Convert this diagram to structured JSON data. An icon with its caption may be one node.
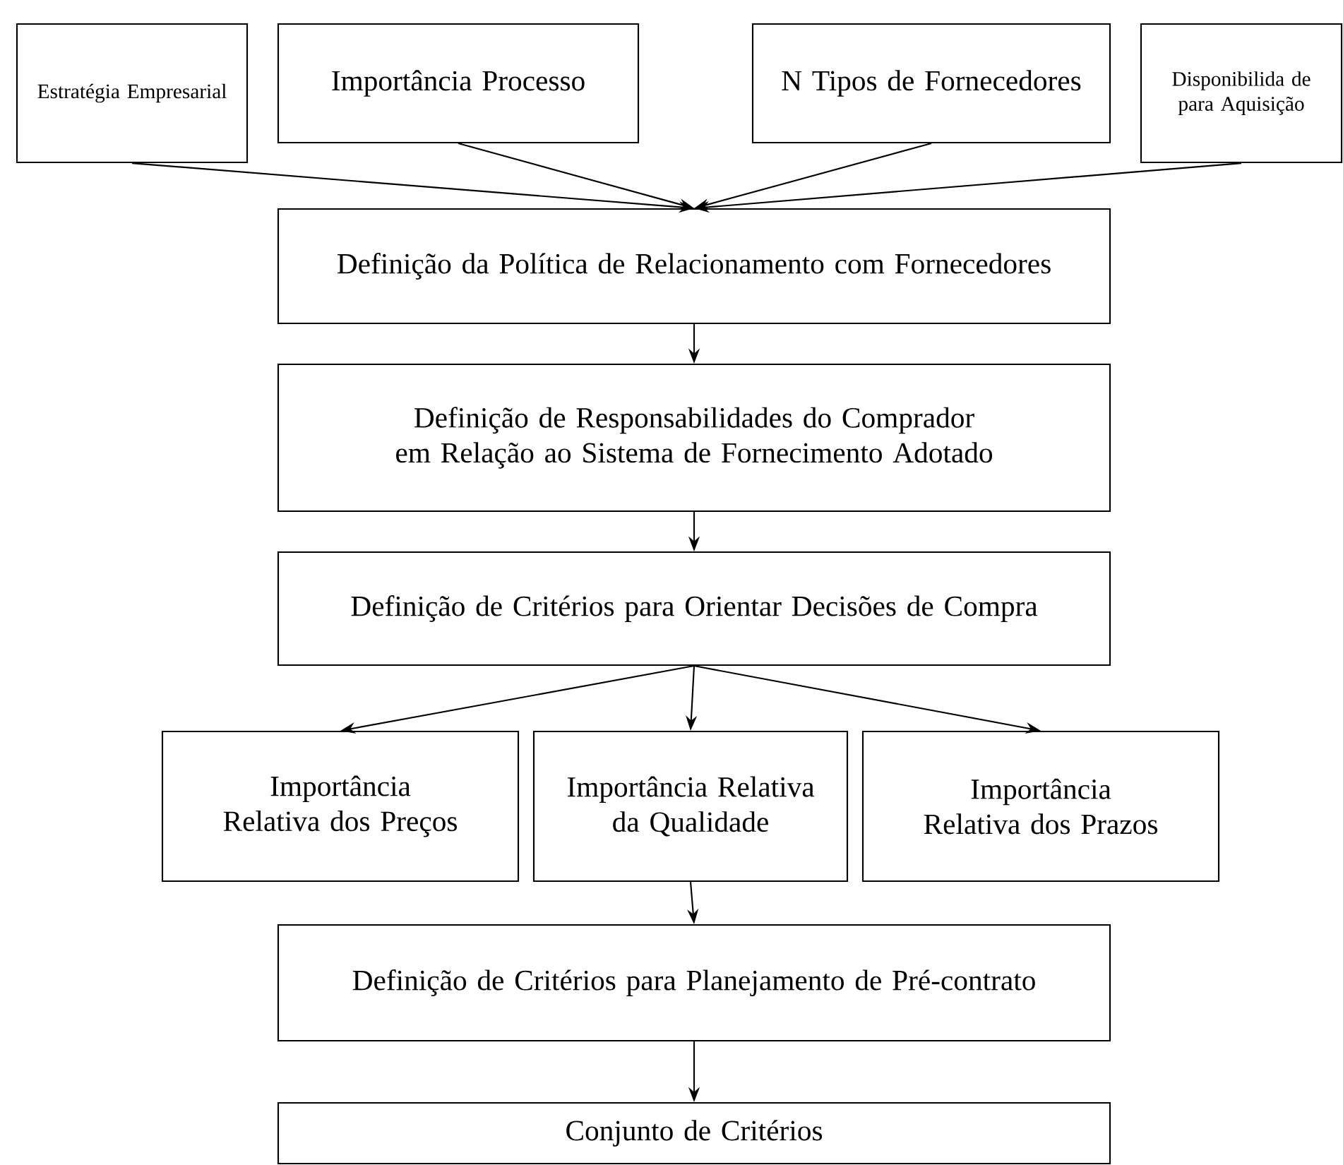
{
  "diagram": {
    "nodes": [
      {
        "text": [
          "Estratégia Empresarial"
        ]
      },
      {
        "text": [
          "Importância Processo"
        ]
      },
      {
        "text": [
          "N Tipos de Fornecedores"
        ]
      },
      {
        "text": [
          "Disponibilida de para Aquisição"
        ]
      },
      {
        "text": [
          "Definição da Política de Relacionamento com Fornecedores"
        ]
      },
      {
        "text": [
          "Definição de Responsabilidades do Comprador em Relação ao Sistema de Fornecimento Adotado"
        ]
      },
      {
        "text": [
          "Definição de Critérios para Orientar Decisões de Compra"
        ]
      },
      {
        "text": [
          "Importância Relativa dos Preços"
        ]
      },
      {
        "text": [
          "Importância Relativa da Qualidade"
        ]
      },
      {
        "text": [
          "Importância Relativa dos Prazos"
        ]
      },
      {
        "text": [
          "Definição de Critérios para Planejamento de Pré-contrato"
        ]
      },
      {
        "text": [
          "Conjunto de Critérios"
        ]
      }
    ],
    "edges": [
      {
        "from": 0,
        "to": 4,
        "arrow": "to"
      },
      {
        "from": 1,
        "to": 4,
        "arrow": "to"
      },
      {
        "from": 2,
        "to": 4,
        "arrow": "to"
      },
      {
        "from": 3,
        "to": 4,
        "arrow": "to"
      },
      {
        "from": 4,
        "to": 5,
        "arrow": "to"
      },
      {
        "from": 5,
        "to": 6,
        "arrow": "to"
      },
      {
        "from": 6,
        "to": 7,
        "arrow": "to"
      },
      {
        "from": 6,
        "to": 8,
        "arrow": "to"
      },
      {
        "from": 6,
        "to": 9,
        "arrow": "to"
      },
      {
        "from": 8,
        "to": 10,
        "arrow": "to"
      },
      {
        "from": 10,
        "to": 11,
        "arrow": "to"
      }
    ]
  }
}
